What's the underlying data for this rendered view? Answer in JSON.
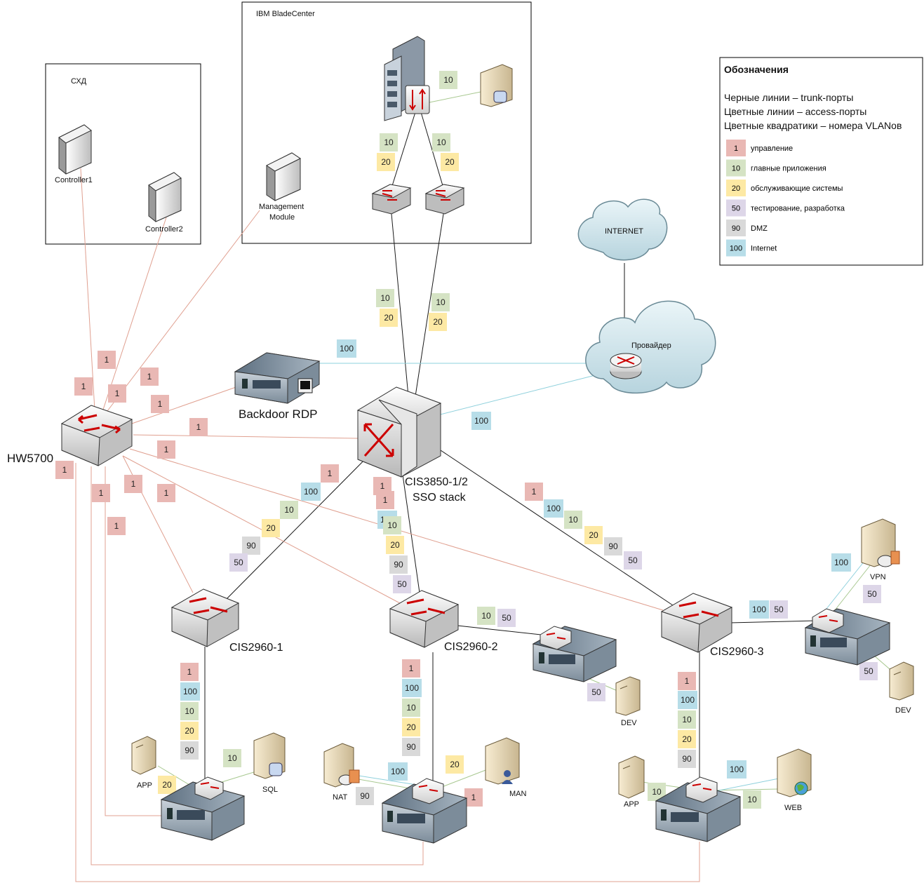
{
  "colors": {
    "trunk": "#1a1a1a",
    "mgmt_line": "#e0a090",
    "green_line": "#a8c890",
    "blue_line": "#8ed0dc",
    "vlan": {
      "1": "#e9b8b4",
      "10": "#d5e3c4",
      "20": "#fde9a4",
      "50": "#ddd6e8",
      "90": "#d9d9d9",
      "100": "#b7dde8"
    }
  },
  "containers": {
    "storage": "СХД",
    "blade": "IBM BladeCenter"
  },
  "devices": {
    "controller1": "Controller1",
    "controller2": "Controller2",
    "mgmt_module_1": "Management",
    "mgmt_module_2": "Module",
    "hw5700": "HW5700",
    "backdoor": "Backdoor RDP",
    "core_1": "CIS3850-1/2",
    "core_2": "SSO stack",
    "internet": "INTERNET",
    "provider": "Провайдер",
    "sw1": "CIS2960-1",
    "sw2": "CIS2960-2",
    "sw3": "CIS2960-3",
    "srv_app1": "APP",
    "srv_sql": "SQL",
    "srv_nat": "NAT",
    "srv_man": "MAN",
    "srv_dev2": "DEV",
    "srv_app3": "APP",
    "srv_web": "WEB",
    "srv_vpn": "VPN",
    "srv_dev3": "DEV"
  },
  "legend": {
    "title": "Обозначения",
    "lines": [
      "Черные линии – trunk-порты",
      "Цветные линии – access-порты",
      "Цветные квадратики – номера VLANов"
    ],
    "vlans": [
      {
        "id": "1",
        "label": "управление"
      },
      {
        "id": "10",
        "label": "главные приложения"
      },
      {
        "id": "20",
        "label": "обслуживающие системы"
      },
      {
        "id": "50",
        "label": "тестирование, разработка"
      },
      {
        "id": "90",
        "label": "DMZ"
      },
      {
        "id": "100",
        "label": "Internet"
      }
    ]
  },
  "tags": [
    {
      "text": "10",
      "vlan": "10"
    },
    {
      "text": "10",
      "vlan": "10"
    },
    {
      "text": "20",
      "vlan": "20"
    },
    {
      "text": "10",
      "vlan": "10"
    },
    {
      "text": "20",
      "vlan": "20"
    },
    {
      "text": "10",
      "vlan": "10"
    },
    {
      "text": "20",
      "vlan": "20"
    },
    {
      "text": "10",
      "vlan": "10"
    },
    {
      "text": "20",
      "vlan": "20"
    },
    {
      "text": "100",
      "vlan": "100"
    },
    {
      "text": "100",
      "vlan": "100"
    },
    {
      "text": "1",
      "vlan": "1"
    },
    {
      "text": "1",
      "vlan": "1"
    },
    {
      "text": "1",
      "vlan": "1"
    },
    {
      "text": "1",
      "vlan": "1"
    },
    {
      "text": "1",
      "vlan": "1"
    },
    {
      "text": "1",
      "vlan": "1"
    },
    {
      "text": "1",
      "vlan": "1"
    },
    {
      "text": "1",
      "vlan": "1"
    },
    {
      "text": "1",
      "vlan": "1"
    },
    {
      "text": "1",
      "vlan": "1"
    },
    {
      "text": "1",
      "vlan": "1"
    },
    {
      "text": "1",
      "vlan": "1"
    },
    {
      "text": "1",
      "vlan": "1"
    },
    {
      "text": "1",
      "vlan": "1"
    },
    {
      "text": "100",
      "vlan": "100"
    },
    {
      "text": "10",
      "vlan": "10"
    },
    {
      "text": "20",
      "vlan": "20"
    },
    {
      "text": "90",
      "vlan": "90"
    },
    {
      "text": "50",
      "vlan": "50"
    },
    {
      "text": "1",
      "vlan": "1"
    },
    {
      "text": "100",
      "vlan": "100"
    },
    {
      "text": "10",
      "vlan": "10"
    },
    {
      "text": "20",
      "vlan": "20"
    },
    {
      "text": "90",
      "vlan": "90"
    },
    {
      "text": "50",
      "vlan": "50"
    },
    {
      "text": "1",
      "vlan": "1"
    },
    {
      "text": "100",
      "vlan": "100"
    },
    {
      "text": "10",
      "vlan": "10"
    },
    {
      "text": "20",
      "vlan": "20"
    },
    {
      "text": "90",
      "vlan": "90"
    },
    {
      "text": "50",
      "vlan": "50"
    },
    {
      "text": "1",
      "vlan": "1"
    },
    {
      "text": "100",
      "vlan": "100"
    },
    {
      "text": "10",
      "vlan": "10"
    },
    {
      "text": "20",
      "vlan": "20"
    },
    {
      "text": "90",
      "vlan": "90"
    },
    {
      "text": "1",
      "vlan": "1"
    },
    {
      "text": "100",
      "vlan": "100"
    },
    {
      "text": "10",
      "vlan": "10"
    },
    {
      "text": "20",
      "vlan": "20"
    },
    {
      "text": "90",
      "vlan": "90"
    },
    {
      "text": "1",
      "vlan": "1"
    },
    {
      "text": "100",
      "vlan": "100"
    },
    {
      "text": "10",
      "vlan": "10"
    },
    {
      "text": "20",
      "vlan": "20"
    },
    {
      "text": "90",
      "vlan": "90"
    },
    {
      "text": "10",
      "vlan": "10"
    },
    {
      "text": "20",
      "vlan": "20"
    },
    {
      "text": "10",
      "vlan": "10"
    },
    {
      "text": "50",
      "vlan": "50"
    },
    {
      "text": "50",
      "vlan": "50"
    },
    {
      "text": "100",
      "vlan": "100"
    },
    {
      "text": "20",
      "vlan": "20"
    },
    {
      "text": "90",
      "vlan": "90"
    },
    {
      "text": "1",
      "vlan": "1"
    },
    {
      "text": "10",
      "vlan": "10"
    },
    {
      "text": "100",
      "vlan": "100"
    },
    {
      "text": "10",
      "vlan": "10"
    },
    {
      "text": "100",
      "vlan": "100"
    },
    {
      "text": "50",
      "vlan": "50"
    },
    {
      "text": "100",
      "vlan": "100"
    },
    {
      "text": "50",
      "vlan": "50"
    },
    {
      "text": "50",
      "vlan": "50"
    }
  ]
}
